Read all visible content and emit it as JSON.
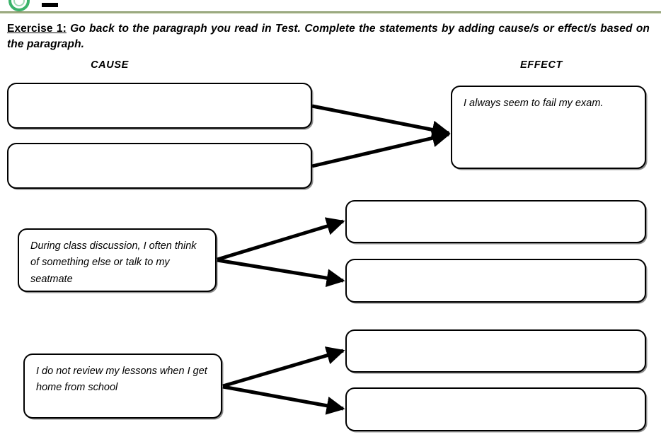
{
  "header": {
    "logo_icon": "green-ring-logo-icon",
    "dash_icon": "black-dash-icon",
    "rule_color": "#8a9a6b"
  },
  "instructions": {
    "label": "Exercise 1:",
    "text": " Go back to the paragraph you read in Test. Complete the statements by adding cause/s or effect/s based on the paragraph."
  },
  "columns": {
    "cause_heading": "CAUSE",
    "effect_heading": "EFFECT"
  },
  "diagram": {
    "arrow_color": "#000000",
    "box_border_color": "#000000",
    "groups": [
      {
        "id": "group-1",
        "pattern": "two-causes-to-one-effect",
        "causes": [
          {
            "text": "",
            "empty": true
          },
          {
            "text": "",
            "empty": true
          }
        ],
        "effects": [
          {
            "text": "I always seem to fail my exam.",
            "empty": false
          }
        ]
      },
      {
        "id": "group-2",
        "pattern": "one-cause-to-two-effects",
        "causes": [
          {
            "text": "During class discussion, I often think of something else or talk to my seatmate",
            "empty": false
          }
        ],
        "effects": [
          {
            "text": "",
            "empty": true
          },
          {
            "text": "",
            "empty": true
          }
        ]
      },
      {
        "id": "group-3",
        "pattern": "one-cause-to-two-effects",
        "causes": [
          {
            "text": "I do not review my lessons when I get home from school",
            "empty": false
          }
        ],
        "effects": [
          {
            "text": "",
            "empty": true
          },
          {
            "text": "",
            "empty": true
          }
        ]
      }
    ]
  }
}
